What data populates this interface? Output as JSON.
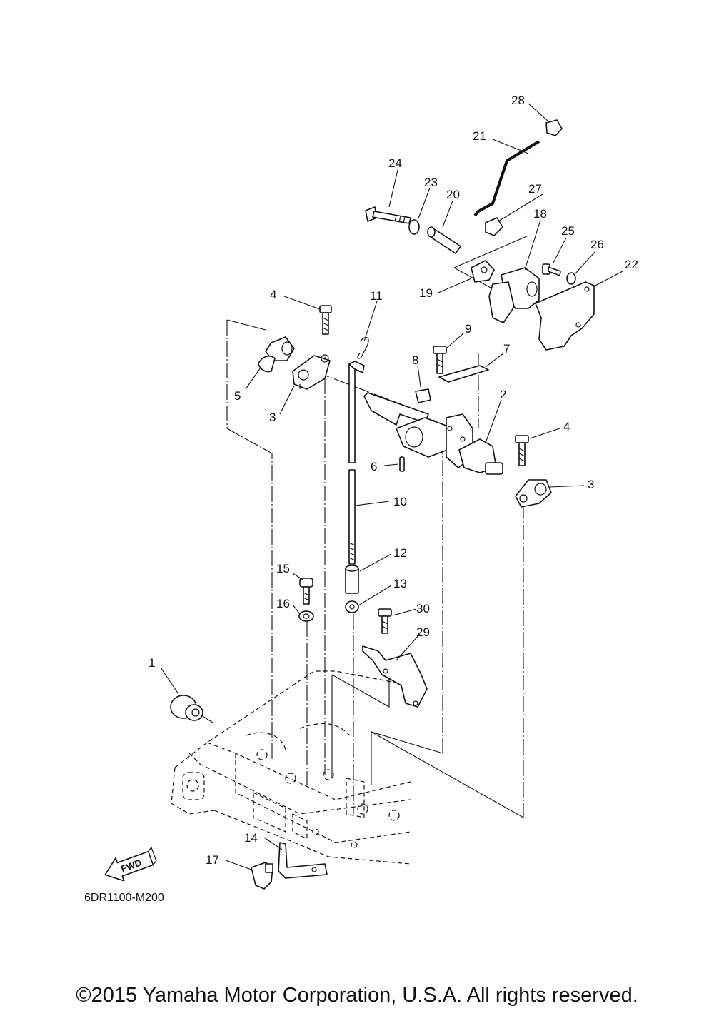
{
  "callouts": [
    {
      "id": "c1",
      "text": "1"
    },
    {
      "id": "c2",
      "text": "2"
    },
    {
      "id": "c3a",
      "text": "3"
    },
    {
      "id": "c3b",
      "text": "3"
    },
    {
      "id": "c4a",
      "text": "4"
    },
    {
      "id": "c4b",
      "text": "4"
    },
    {
      "id": "c5",
      "text": "5"
    },
    {
      "id": "c6",
      "text": "6"
    },
    {
      "id": "c7",
      "text": "7"
    },
    {
      "id": "c8",
      "text": "8"
    },
    {
      "id": "c9",
      "text": "9"
    },
    {
      "id": "c10",
      "text": "10"
    },
    {
      "id": "c11",
      "text": "11"
    },
    {
      "id": "c12",
      "text": "12"
    },
    {
      "id": "c13",
      "text": "13"
    },
    {
      "id": "c14",
      "text": "14"
    },
    {
      "id": "c15",
      "text": "15"
    },
    {
      "id": "c16",
      "text": "16"
    },
    {
      "id": "c17",
      "text": "17"
    },
    {
      "id": "c18",
      "text": "18"
    },
    {
      "id": "c19",
      "text": "19"
    },
    {
      "id": "c20",
      "text": "20"
    },
    {
      "id": "c21",
      "text": "21"
    },
    {
      "id": "c22",
      "text": "22"
    },
    {
      "id": "c23",
      "text": "23"
    },
    {
      "id": "c24",
      "text": "24"
    },
    {
      "id": "c25",
      "text": "25"
    },
    {
      "id": "c26",
      "text": "26"
    },
    {
      "id": "c27",
      "text": "27"
    },
    {
      "id": "c28",
      "text": "28"
    },
    {
      "id": "c29",
      "text": "29"
    },
    {
      "id": "c30",
      "text": "30"
    }
  ],
  "fwd_label": "FWD",
  "diagram_code": "6DR1100-M200",
  "copyright": "©2015 Yamaha Motor Corporation, U.S.A. All rights reserved."
}
